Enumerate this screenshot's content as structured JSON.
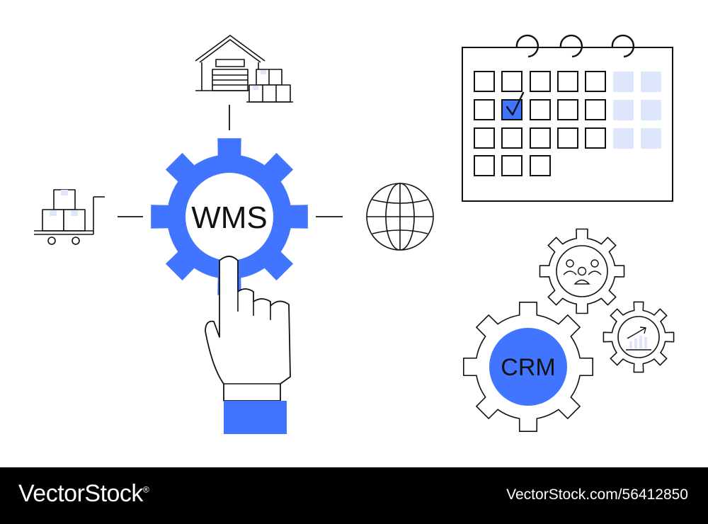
{
  "colors": {
    "accent": "#4175ff",
    "tint": "#dde6fb",
    "line": "#111111",
    "footer_bg": "#000000"
  },
  "illustration": {
    "wms_label": "WMS",
    "crm_label": "CRM",
    "icons": [
      "gear-icon",
      "warehouse-icon",
      "hand-truck-icon",
      "globe-icon",
      "pointing-hand-icon",
      "calendar-icon",
      "checkmark-icon",
      "team-icon",
      "growth-chart-icon"
    ]
  },
  "footer": {
    "brand": "VectorStock",
    "brand_mark": "®",
    "stock_id": "VectorStock.com/56412850"
  }
}
